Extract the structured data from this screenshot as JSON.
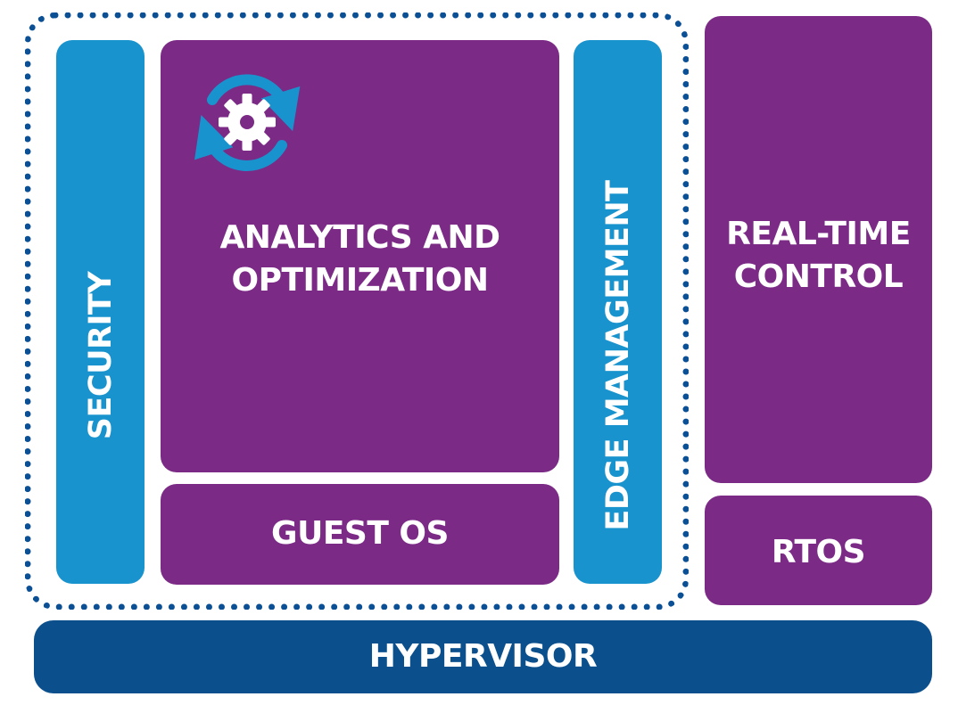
{
  "diagram": {
    "security_label": "SECURITY",
    "analytics_label": "ANALYTICS AND\nOPTIMIZATION",
    "guest_os_label": "GUEST OS",
    "edge_management_label": "EDGE MANAGEMENT",
    "real_time_control_label": "REAL-TIME\nCONTROL",
    "rtos_label": "RTOS",
    "hypervisor_label": "HYPERVISOR",
    "analytics_icon": "gear-refresh-icon"
  },
  "colors": {
    "purple": "#7b2a86",
    "blue": "#1993cd",
    "navy": "#0b4f8c",
    "dotted_border": "#0b4f95"
  }
}
